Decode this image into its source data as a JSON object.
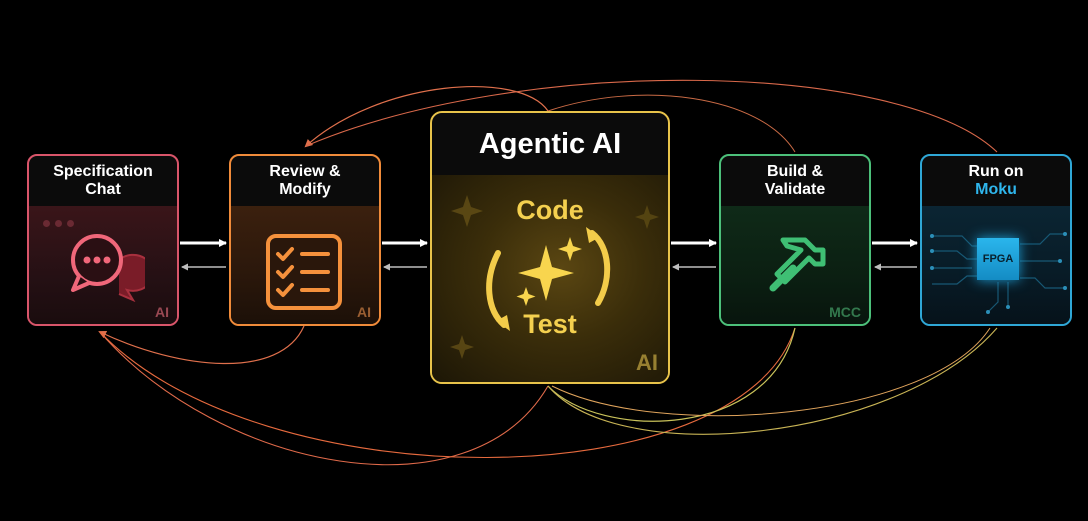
{
  "nodes": {
    "spec": {
      "line1": "Specification",
      "line2": "Chat",
      "tag": "AI",
      "icon": "chat-bubbles-icon",
      "color": "#d9556a"
    },
    "review": {
      "line1": "Review &",
      "line2": "Modify",
      "tag": "AI",
      "icon": "checklist-icon",
      "color": "#f08b3a"
    },
    "agentic": {
      "title": "Agentic AI",
      "code": "Code",
      "test": "Test",
      "tag": "AI",
      "icon": "sparkle-icon",
      "color": "#e8c34a"
    },
    "build": {
      "line1": "Build &",
      "line2": "Validate",
      "tag": "MCC",
      "icon": "hammer-icon",
      "color": "#4cc07a"
    },
    "run": {
      "line1": "Run on",
      "line2": "Moku",
      "chip": "FPGA",
      "icon": "fpga-chip-icon",
      "color": "#2fa7d6"
    }
  }
}
